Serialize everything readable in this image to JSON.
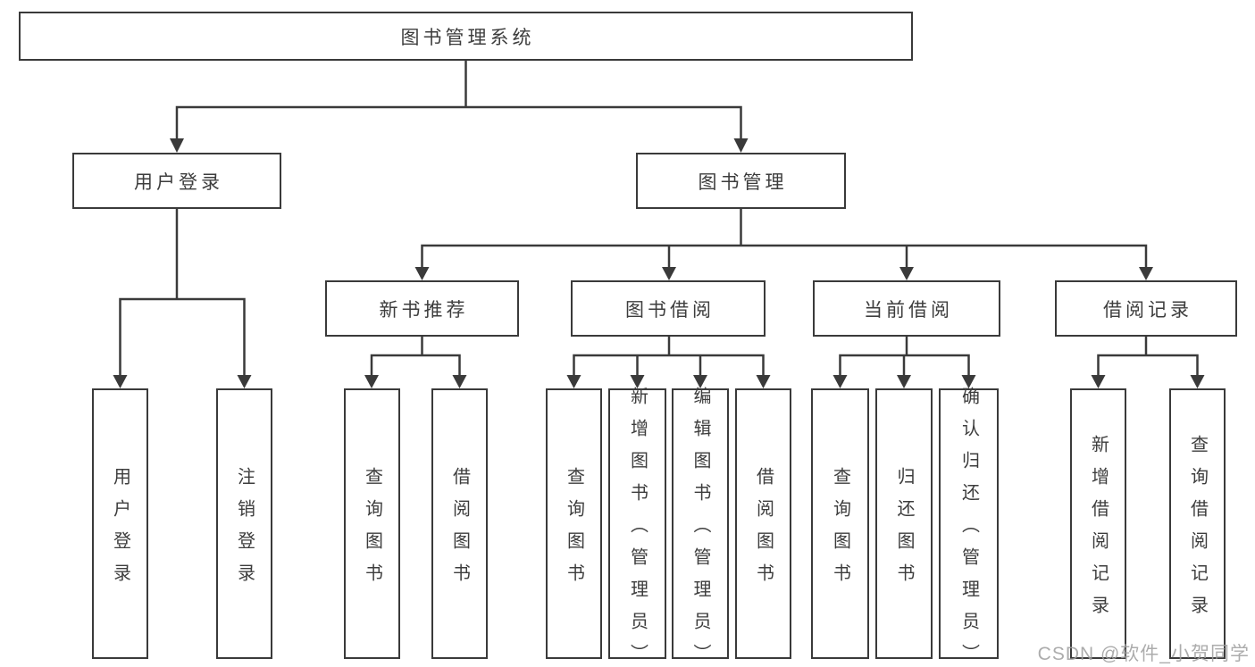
{
  "diagram": {
    "root": {
      "label": "图书管理系统"
    },
    "user_login": {
      "label": "用户登录",
      "children": [
        {
          "label": "用户登录"
        },
        {
          "label": "注销登录"
        }
      ]
    },
    "book_management": {
      "label": "图书管理",
      "modules": [
        {
          "label": "新书推荐",
          "children": [
            {
              "label": "查询图书"
            },
            {
              "label": "借阅图书"
            }
          ]
        },
        {
          "label": "图书借阅",
          "children": [
            {
              "label": "查询图书"
            },
            {
              "label": "新增图书（管理员）"
            },
            {
              "label": "编辑图书（管理员）"
            },
            {
              "label": "借阅图书"
            }
          ]
        },
        {
          "label": "当前借阅",
          "children": [
            {
              "label": "查询图书"
            },
            {
              "label": "归还图书"
            },
            {
              "label": "确认归还（管理员）"
            }
          ]
        },
        {
          "label": "借阅记录",
          "children": [
            {
              "label": "新增借阅记录"
            },
            {
              "label": "查询借阅记录"
            }
          ]
        }
      ]
    }
  },
  "watermark": {
    "text": "CSDN @软件_小贺同学"
  },
  "colors": {
    "line": "#3a3a3a",
    "text": "#3d3d3d",
    "watermark": "#9e9e9e",
    "background": "#ffffff"
  }
}
